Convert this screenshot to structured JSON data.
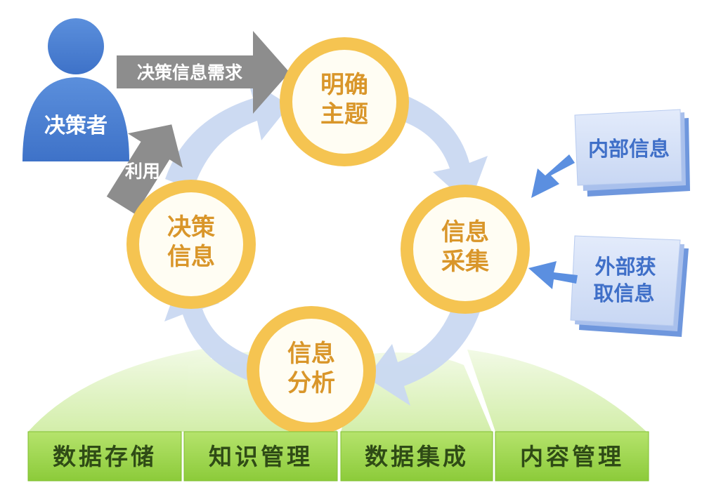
{
  "nodes": {
    "define_topic": [
      "明确",
      "主题"
    ],
    "collect_info": [
      "信息",
      "采集"
    ],
    "analyze_info": [
      "信息",
      "分析"
    ],
    "decision_info": [
      "决策",
      "信息"
    ]
  },
  "actor": {
    "label": "决策者"
  },
  "flows": {
    "demand": "决策信息需求",
    "use": "利用"
  },
  "sources": {
    "internal": [
      "内部信息"
    ],
    "external": [
      "外部获",
      "取信息"
    ]
  },
  "foundation": [
    "数据存储",
    "知识管理",
    "数据集成",
    "内容管理"
  ],
  "colors": {
    "ring": "#f5c451",
    "node_text": "#d9962a",
    "actor": "#4a7fd0",
    "flow_arrow": "#8d8d8d",
    "cycle_arrow": "#c9d8f1",
    "source_doc": "#cfdbf5",
    "source_arrow": "#5b8fe0",
    "foundation_bar": "#9ad64a",
    "foundation_fan": "#dff2c2"
  }
}
